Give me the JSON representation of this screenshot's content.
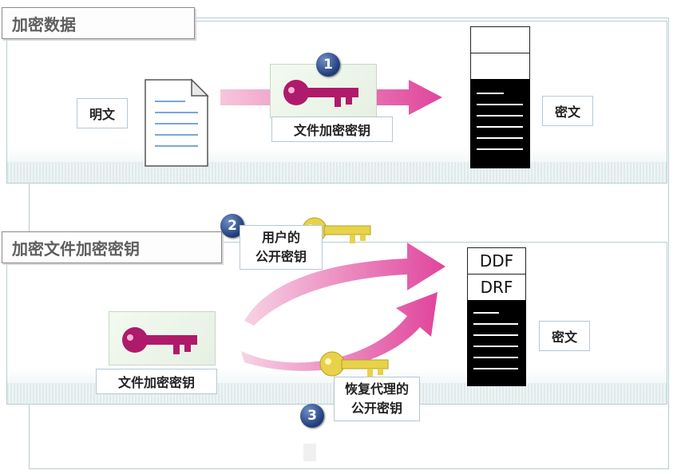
{
  "sections": {
    "encrypt_data": {
      "title": "加密数据"
    },
    "encrypt_key": {
      "title": "加密文件加密密钥"
    }
  },
  "top": {
    "plaintext_label": "明文",
    "fek_label": "文件加密密钥",
    "ciphertext_label": "密文",
    "step": "1"
  },
  "bottom": {
    "fek_label": "文件加密密钥",
    "user_key_label_line1": "用户的",
    "user_key_label_line2": "公开密钥",
    "recovery_key_label_line1": "恢复代理的",
    "recovery_key_label_line2": "公开密钥",
    "ddf": "DDF",
    "drf": "DRF",
    "ciphertext_label": "密文",
    "step2": "2",
    "step3": "3"
  },
  "colors": {
    "arrow_pink": "#e0459c",
    "key_magenta": "#b01a6a",
    "key_yellow": "#e8d24a",
    "step_blue": "#24407e"
  }
}
